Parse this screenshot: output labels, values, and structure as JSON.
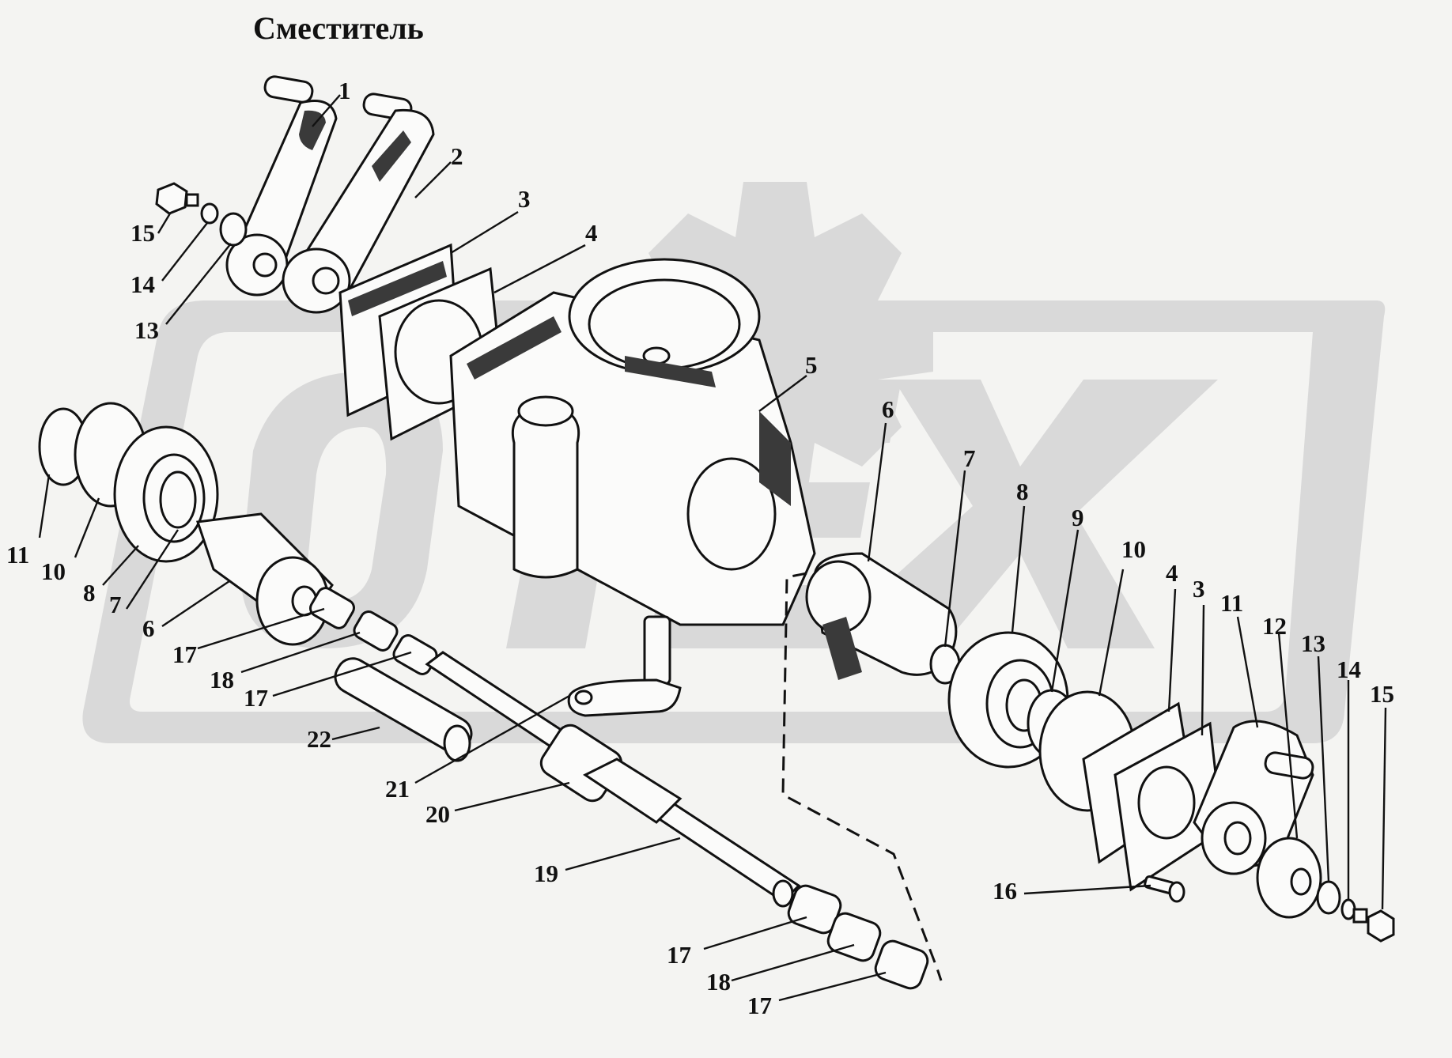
{
  "title": "Сместитель",
  "watermark": {
    "text": "ОЛЕХ",
    "color": "#d9d9d9"
  },
  "callouts": {
    "c1": "1",
    "c2": "2",
    "c3": "3",
    "c4": "4",
    "c5": "5",
    "c6a": "6",
    "c7a": "7",
    "c8a": "8",
    "c9": "9",
    "c10a": "10",
    "c4b": "4",
    "c3b": "3",
    "c11a": "11",
    "c12": "12",
    "c13a": "13",
    "c14a": "14",
    "c15a": "15",
    "c15b": "15",
    "c14b": "14",
    "c13b": "13",
    "c11b": "11",
    "c10b": "10",
    "c8b": "8",
    "c7b": "7",
    "c6b": "6",
    "c17a": "17",
    "c18a": "18",
    "c17b": "17",
    "c22": "22",
    "c21": "21",
    "c20": "20",
    "c19": "19",
    "c16": "16",
    "c17c": "17",
    "c18b": "18",
    "c17d": "17"
  }
}
